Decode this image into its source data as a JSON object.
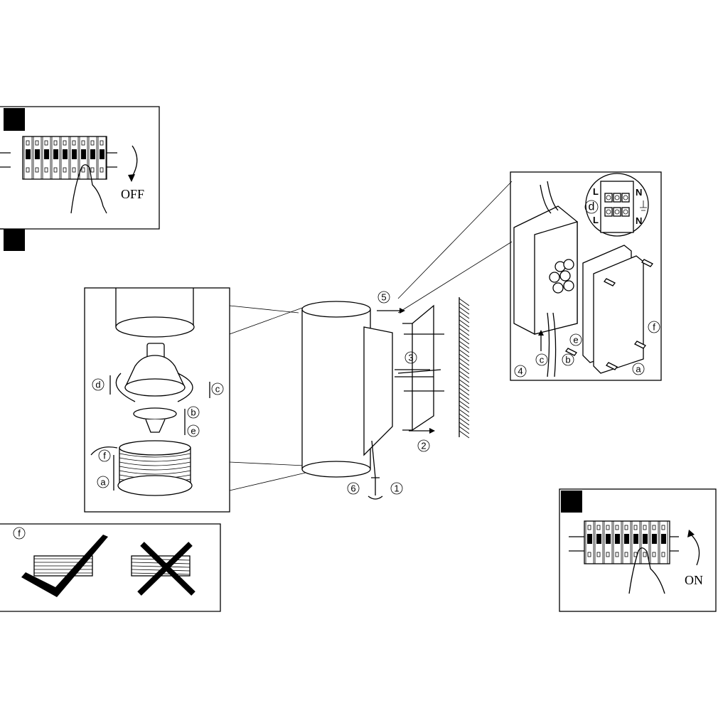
{
  "switch_off": {
    "label": "OFF",
    "icon": "circuit-breaker-icon"
  },
  "switch_on": {
    "label": "ON",
    "icon": "circuit-breaker-icon"
  },
  "steps": {
    "s1": "1",
    "s2": "2",
    "s3": "3",
    "s4": "4",
    "s5": "5",
    "s6": "6"
  },
  "lamp_detail": {
    "a": "a",
    "b": "b",
    "c": "c",
    "d": "d",
    "e": "e",
    "f": "f"
  },
  "junction_box": {
    "a": "a",
    "b": "b",
    "c": "c",
    "d": "d",
    "e": "e",
    "f": "f",
    "L1": "L",
    "N1": "N",
    "L2": "L",
    "N2": "N"
  },
  "thread_check": {
    "label": "f",
    "correct": "check-mark-icon",
    "wrong": "cross-mark-icon"
  }
}
